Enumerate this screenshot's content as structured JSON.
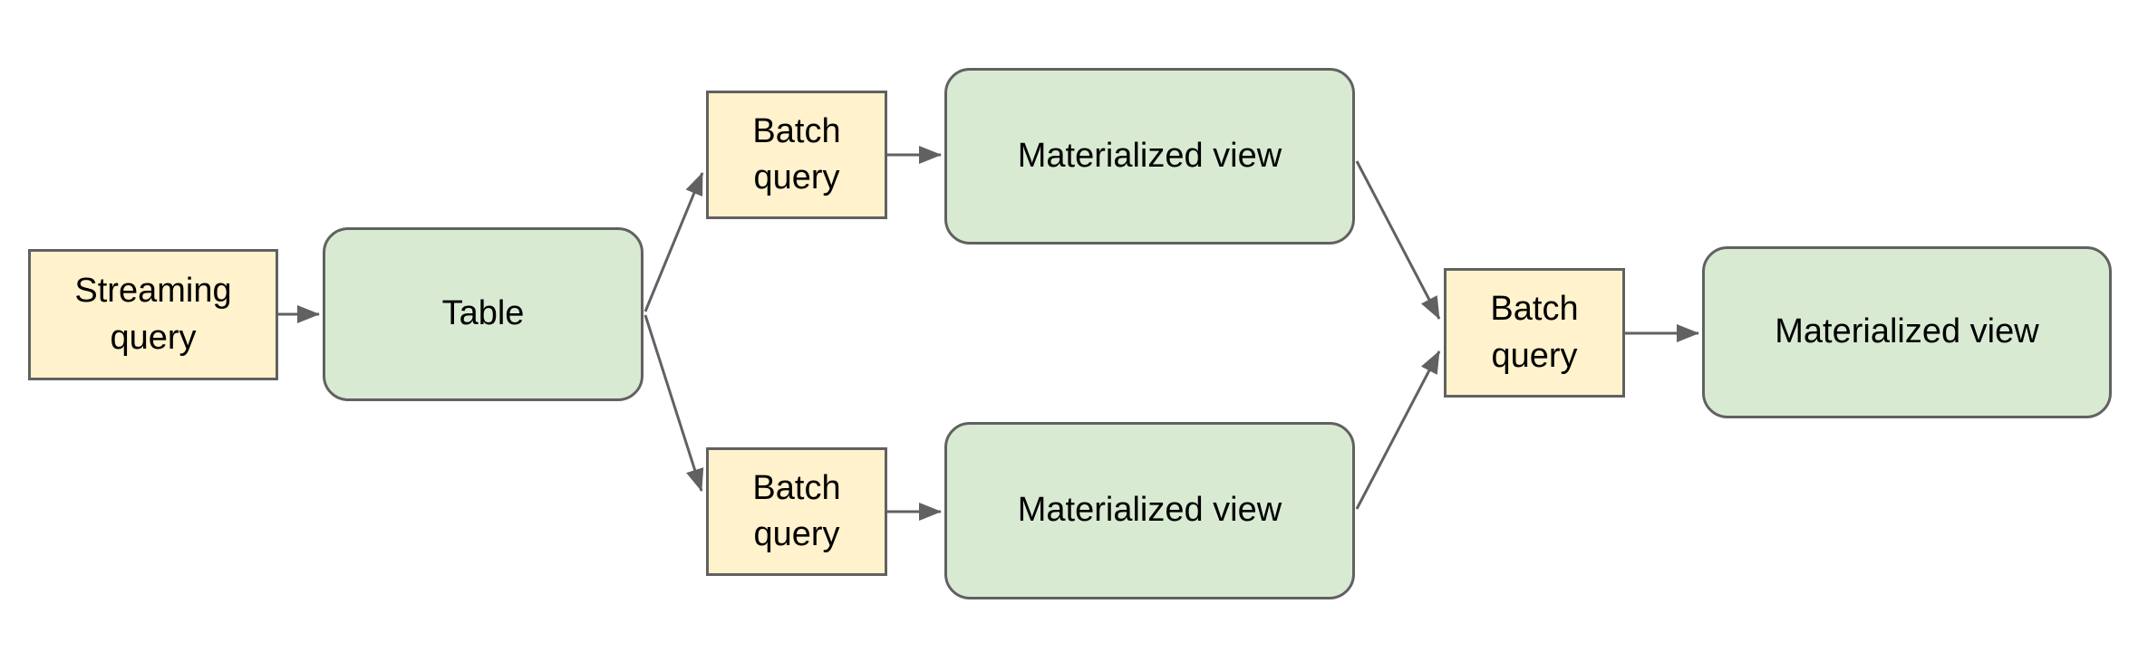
{
  "diagram": {
    "description": "Streaming and batch query dataflow diagram",
    "palette": {
      "query_fill": "#fff2cc",
      "view_fill": "#d9ead3",
      "border": "#616161",
      "arrow": "#616161",
      "text": "#000000",
      "background": "#ffffff"
    },
    "nodes": {
      "streaming_query": {
        "label": "Streaming query",
        "kind": "query"
      },
      "table": {
        "label": "Table",
        "kind": "table"
      },
      "batch_query_top": {
        "label": "Batch query",
        "kind": "query"
      },
      "materialized_view_top": {
        "label": "Materialized view",
        "kind": "view"
      },
      "batch_query_bottom": {
        "label": "Batch query",
        "kind": "query"
      },
      "materialized_view_bottom": {
        "label": "Materialized view",
        "kind": "view"
      },
      "batch_query_final": {
        "label": "Batch query",
        "kind": "query"
      },
      "materialized_view_final": {
        "label": "Materialized view",
        "kind": "view"
      }
    },
    "edges": [
      {
        "from": "streaming_query",
        "to": "table"
      },
      {
        "from": "table",
        "to": "batch_query_top"
      },
      {
        "from": "table",
        "to": "batch_query_bottom"
      },
      {
        "from": "batch_query_top",
        "to": "materialized_view_top"
      },
      {
        "from": "batch_query_bottom",
        "to": "materialized_view_bottom"
      },
      {
        "from": "materialized_view_top",
        "to": "batch_query_final"
      },
      {
        "from": "materialized_view_bottom",
        "to": "batch_query_final"
      },
      {
        "from": "batch_query_final",
        "to": "materialized_view_final"
      }
    ]
  }
}
